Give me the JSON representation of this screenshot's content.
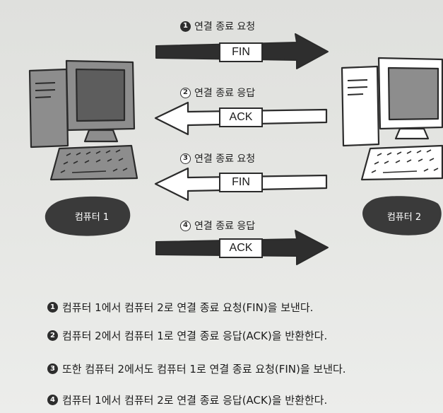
{
  "steps": [
    {
      "num": "1",
      "label": "연결 종료 요청",
      "msg": "FIN"
    },
    {
      "num": "2",
      "label": "연결 종료 응답",
      "msg": "ACK"
    },
    {
      "num": "3",
      "label": "연결 종료 요청",
      "msg": "FIN"
    },
    {
      "num": "4",
      "label": "연결 종료 응답",
      "msg": "ACK"
    }
  ],
  "nodes": {
    "computer1": {
      "label": "컴퓨터 1"
    },
    "computer2": {
      "label": "컴퓨터 2"
    }
  },
  "descriptions": [
    {
      "num": "1",
      "text": "컴퓨터 1에서 컴퓨터 2로 연결 종료 요청(FIN)을 보낸다."
    },
    {
      "num": "2",
      "text": "컴퓨터 2에서 컴퓨터 1로 연결 종료 응답(ACK)을 반환한다."
    },
    {
      "num": "3",
      "text": "또한 컴퓨터 2에서도 컴퓨터 1로 연결 종료 요청(FIN)을 보낸다."
    },
    {
      "num": "4",
      "text": "컴퓨터 1에서 컴퓨터 2로 연결 종료 응답(ACK)을 반환한다."
    }
  ],
  "colors": {
    "filled_arrow": "#2e2e2e",
    "hollow_arrow": "#ffffff",
    "outline": "#2b2b2b",
    "computer1_fill": "#8a8a8a",
    "computer2_fill": "#ffffff",
    "label_blob": "#3a3a3a"
  }
}
